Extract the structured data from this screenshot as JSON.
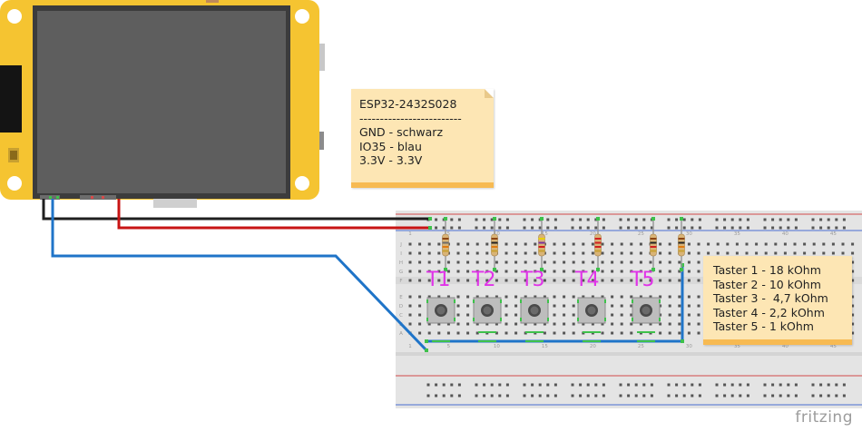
{
  "board_note": {
    "lines": [
      "ESP32-2432S028",
      "-------------------------",
      "GND - schwarz",
      "IO35 - blau",
      "3.3V - 3.3V"
    ]
  },
  "taster_note": {
    "lines": [
      "Taster 1 - 18 kOhm",
      "Taster 2 - 10 kOhm",
      "Taster 3 -  4,7 kOhm",
      "Taster 4 - 2,2 kOhm",
      "Taster 5 - 1 kOhm"
    ]
  },
  "buttons": [
    "T1",
    "T2",
    "T3",
    "T4",
    "T5"
  ],
  "breadboard_column_numbers": [
    "1",
    "5",
    "10",
    "15",
    "20",
    "25",
    "30",
    "35",
    "40",
    "45"
  ],
  "breadboard_row_letters": [
    "J",
    "I",
    "H",
    "G",
    "F",
    "E",
    "D",
    "C",
    "B",
    "A"
  ],
  "brand": "fritzing",
  "colors": {
    "board_frame": "#f5c431",
    "display": "#5e5e5e",
    "breadboard": "#e4e4e4",
    "wire_gnd": "#1f1f1f",
    "wire_3v3": "#c81414",
    "wire_io35": "#1f74c8",
    "rail_red": "#d24a4a",
    "rail_blue": "#4a6ed2",
    "hole_connected": "#3ec14b",
    "label_magenta": "#e033e8",
    "note_fill": "#fde6b4",
    "note_fold": "#f7ba52"
  },
  "icons": [
    "board-mounting-hole-icon",
    "resistor-icon",
    "pushbutton-icon"
  ]
}
